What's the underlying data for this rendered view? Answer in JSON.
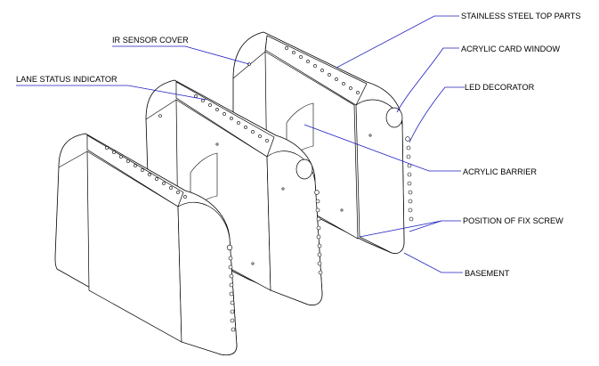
{
  "diagram": {
    "labels": {
      "stainless_steel_top_parts": "STAINLESS STEEL TOP PARTS",
      "ir_sensor_cover": "IR SENSOR COVER",
      "acrylic_card_window": "ACRYLIC CARD WINDOW",
      "lane_status_indicator": "LANE STATUS INDICATOR",
      "led_decorator": "LED DECORATOR",
      "acrylic_barrier": "ACRYLIC BARRIER",
      "position_of_fix_screw": "POSITION OF FIX SCREW",
      "basement": "BASEMENT"
    },
    "colors": {
      "line": "#000000",
      "leader": "#1f1fbf",
      "background": "#ffffff"
    }
  }
}
